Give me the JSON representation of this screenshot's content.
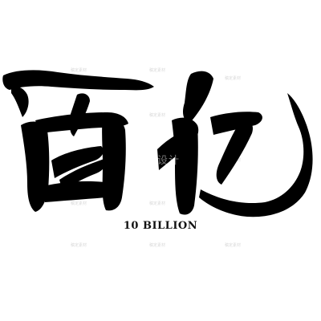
{
  "artwork": {
    "characters": "百亿",
    "subtitle": "10 BILLION",
    "ink_color": "#000000",
    "background_color": "#ffffff"
  },
  "watermark": {
    "text": "稿定素材",
    "center_text": "稿定设计",
    "color": "#d8d8d8"
  }
}
